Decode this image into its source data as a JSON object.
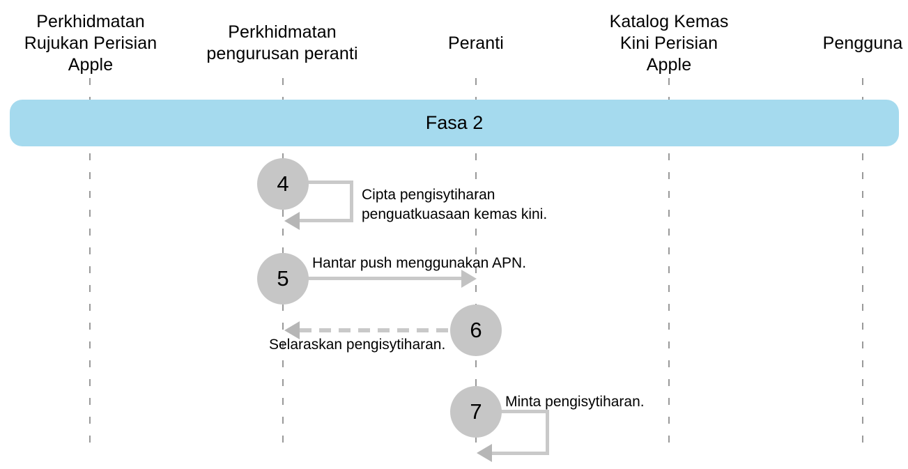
{
  "diagram": {
    "type": "sequence-diagram",
    "phase": {
      "label": "Fasa 2"
    },
    "actors": [
      {
        "name": "Perkhidmatan Rujukan Perisian Apple",
        "lines": [
          "Perkhidmatan",
          "Rujukan Perisian",
          "Apple"
        ]
      },
      {
        "name": "Perkhidmatan pengurusan peranti",
        "lines": [
          "Perkhidmatan",
          "pengurusan peranti"
        ]
      },
      {
        "name": "Peranti",
        "lines": [
          "Peranti"
        ]
      },
      {
        "name": "Katalog Kemas Kini Perisian Apple",
        "lines": [
          "Katalog Kemas",
          "Kini Perisian",
          "Apple"
        ]
      },
      {
        "name": "Pengguna",
        "lines": [
          "Pengguna"
        ]
      }
    ],
    "steps": [
      {
        "number": "4",
        "arrow": "self-loop",
        "actor": "Perkhidmatan pengurusan peranti",
        "lines": [
          "Cipta pengisytiharan",
          "penguatkuasaan kemas kini."
        ]
      },
      {
        "number": "5",
        "arrow": "solid-right",
        "from": "Perkhidmatan pengurusan peranti",
        "to": "Peranti",
        "label": "Hantar push menggunakan APN."
      },
      {
        "number": "6",
        "arrow": "dashed-left",
        "from": "Peranti",
        "to": "Perkhidmatan pengurusan peranti",
        "label": "Selaraskan pengisytiharan."
      },
      {
        "number": "7",
        "arrow": "self-loop",
        "actor": "Peranti",
        "label": "Minta pengisytiharan."
      }
    ],
    "colors": {
      "banner_bg": "#A5DAEE",
      "circle_fill": "#C6C6C6",
      "arrow_line": "#C9C9C9",
      "arrowhead": "#B6B6B6",
      "lifeline": "#999999",
      "text": "#000000"
    }
  }
}
